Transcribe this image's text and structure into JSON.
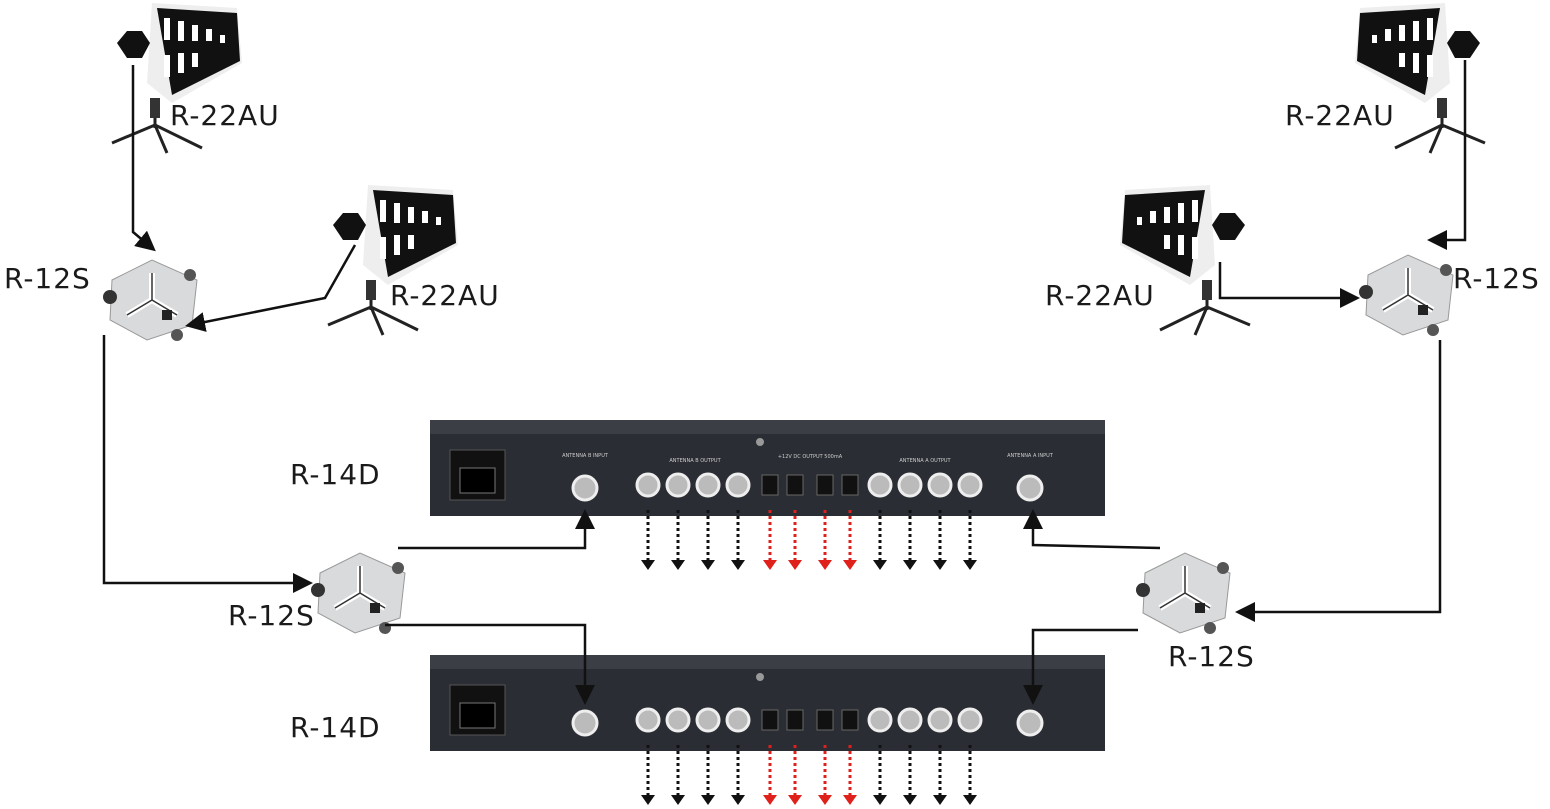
{
  "labels": {
    "antenna": "R-22AU",
    "splitter": "R-12S",
    "distributor": "R-14D"
  },
  "panel": {
    "ant_b_input": "ANTENNA B INPUT",
    "ant_b_output": "ANTENNA B OUTPUT",
    "dc_output": "+12V DC OUTPUT 500mA",
    "ant_a_output": "ANTENNA A OUTPUT",
    "ant_a_input": "ANTENNA A INPUT"
  },
  "colors": {
    "rf_arrow": "#111111",
    "dc_arrow": "#e0201a",
    "panel": "#2a2d33"
  }
}
